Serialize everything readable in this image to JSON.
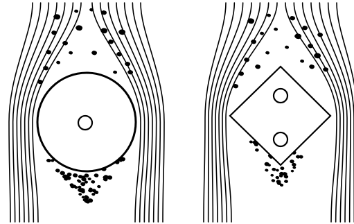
{
  "colors": {
    "background": "#ffffff",
    "ink": "#000000"
  },
  "panels": [
    {
      "id": "circle",
      "obstacle": "circle",
      "markers": 1
    },
    {
      "id": "square",
      "obstacle": "diamond",
      "markers": 2
    }
  ]
}
